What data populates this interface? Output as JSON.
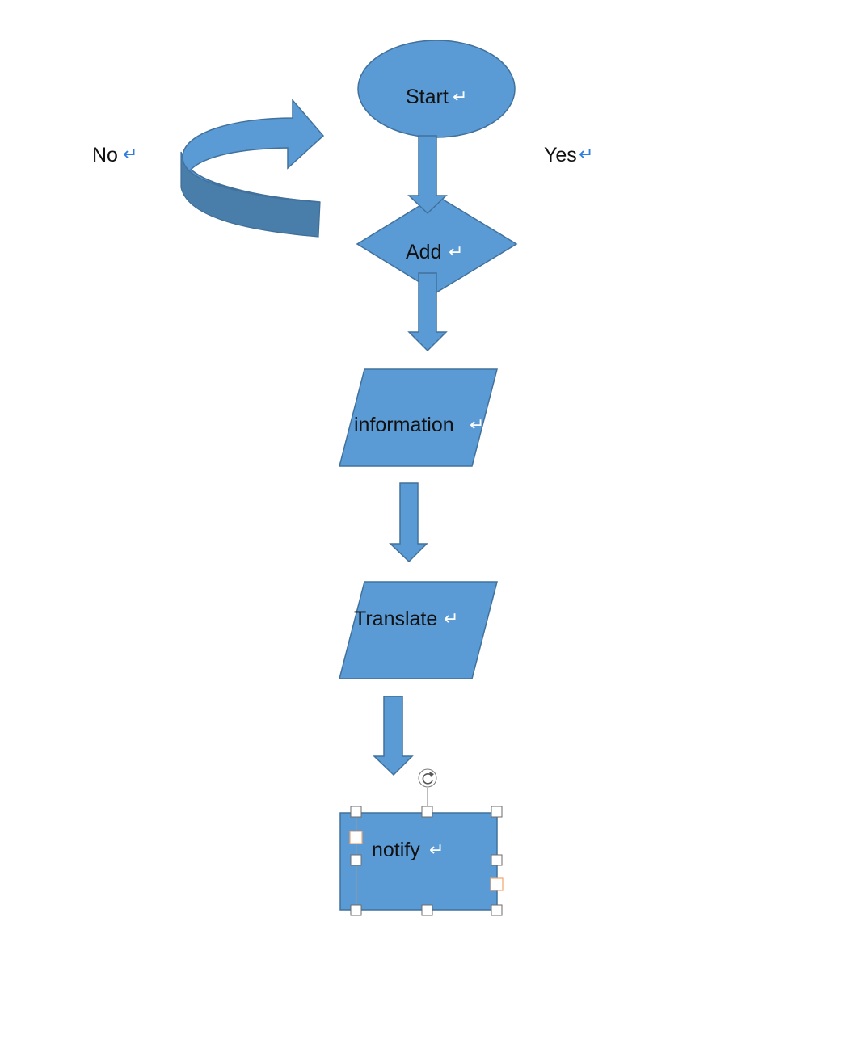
{
  "diagram": {
    "nodes": {
      "start": {
        "label": "Start",
        "shape": "ellipse"
      },
      "add": {
        "label": "Add",
        "shape": "diamond"
      },
      "information": {
        "label": "information",
        "shape": "parallelogram"
      },
      "translate": {
        "label": "Translate",
        "shape": "parallelogram"
      },
      "notify": {
        "label": "notify",
        "shape": "rectangle",
        "selected": true
      }
    },
    "side_labels": {
      "no": "No",
      "yes": "Yes"
    },
    "paragraph_mark": "↵",
    "colors": {
      "shape_fill": "#5b9bd5",
      "shape_stroke": "#41719c",
      "curved_arrow_dark": "#4a7eaa",
      "paragraph_mark_blue": "#2f7de1",
      "selection_handle": "#6b6b6b"
    },
    "icons": {
      "rotate_handle": "rotate-icon"
    }
  }
}
